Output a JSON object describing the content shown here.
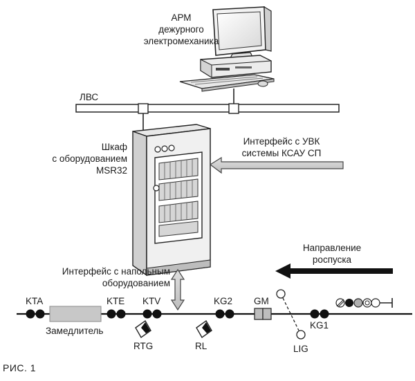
{
  "workstation": {
    "line1": "АРМ",
    "line2": "дежурного",
    "line3": "электромеханика"
  },
  "network": {
    "label": "ЛВС"
  },
  "cabinet": {
    "line1": "Шкаф",
    "line2": "с оборудованием",
    "line3": "MSR32"
  },
  "uvk_interface": {
    "line1": "Интерфейс с УВК",
    "line2": "системы КСАУ СП"
  },
  "direction": {
    "line1": "Направление",
    "line2": "роспуска"
  },
  "floor_interface": {
    "line1": "Интерфейс с напольным",
    "line2": "оборудованием"
  },
  "track": {
    "kta": "KTA",
    "kte": "KTE",
    "ktv": "KTV",
    "kg2": "KG2",
    "gm": "GM",
    "kg1": "KG1",
    "retarder": "Замедлитель",
    "rtg": "RTG",
    "rl": "RL",
    "lig": "LIG"
  },
  "caption": "РИС. 1"
}
